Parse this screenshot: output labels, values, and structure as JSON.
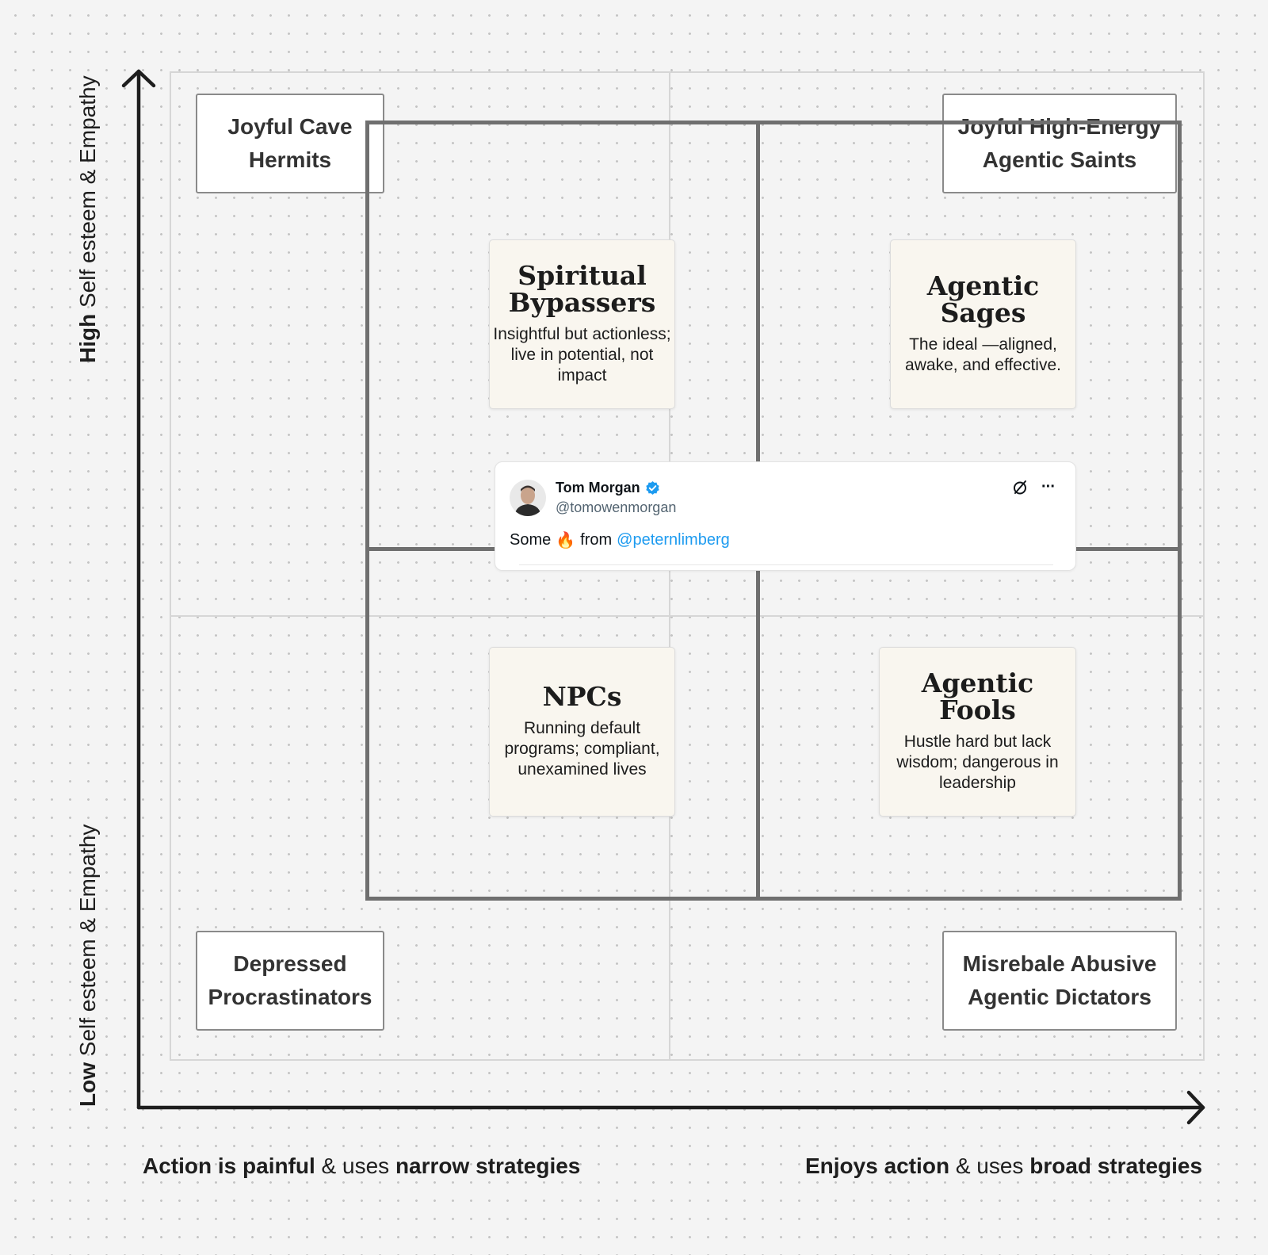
{
  "axes": {
    "y_high": {
      "bold": "High",
      "rest": " Self esteem & Empathy"
    },
    "y_low": {
      "bold": "Low",
      "rest": " Self esteem & Empathy"
    },
    "x_left": {
      "bold1": "Action is painful",
      "mid": " & uses ",
      "bold2": "narrow strategies"
    },
    "x_right": {
      "bold1": "Enjoys action",
      "mid": " & uses ",
      "bold2": "broad strategies"
    }
  },
  "corners": {
    "top_left": "Joyful Cave Hermits",
    "top_right": "Joyful High-Energy Agentic Saints",
    "bottom_left": "Depressed Procrastinators",
    "bottom_right": "Misrebale Abusive Agentic Dictators"
  },
  "cards": {
    "spiritual": {
      "title": "Spiritual Bypassers",
      "desc": "Insightful but actionless; live in potential, not impact"
    },
    "sages": {
      "title": "Agentic Sages",
      "desc": "The ideal —aligned, awake, and effective."
    },
    "npcs": {
      "title": "NPCs",
      "desc": "Running default programs; compliant, unexamined lives"
    },
    "fools": {
      "title": "Agentic Fools",
      "desc": "Hustle hard but lack wisdom; dangerous in leadership"
    }
  },
  "tweet": {
    "name": "Tom Morgan",
    "handle": "@tomowenmorgan",
    "text_before": "Some",
    "emoji": "🔥",
    "text_mid": "from",
    "mention": "@peternlimberg",
    "more": "···"
  },
  "colors": {
    "frame": "#6f6f6f",
    "axis": "#1e1e1e",
    "card_bg": "#f9f6ef",
    "mention": "#1d9bf0",
    "verified": "#1d9bf0"
  }
}
